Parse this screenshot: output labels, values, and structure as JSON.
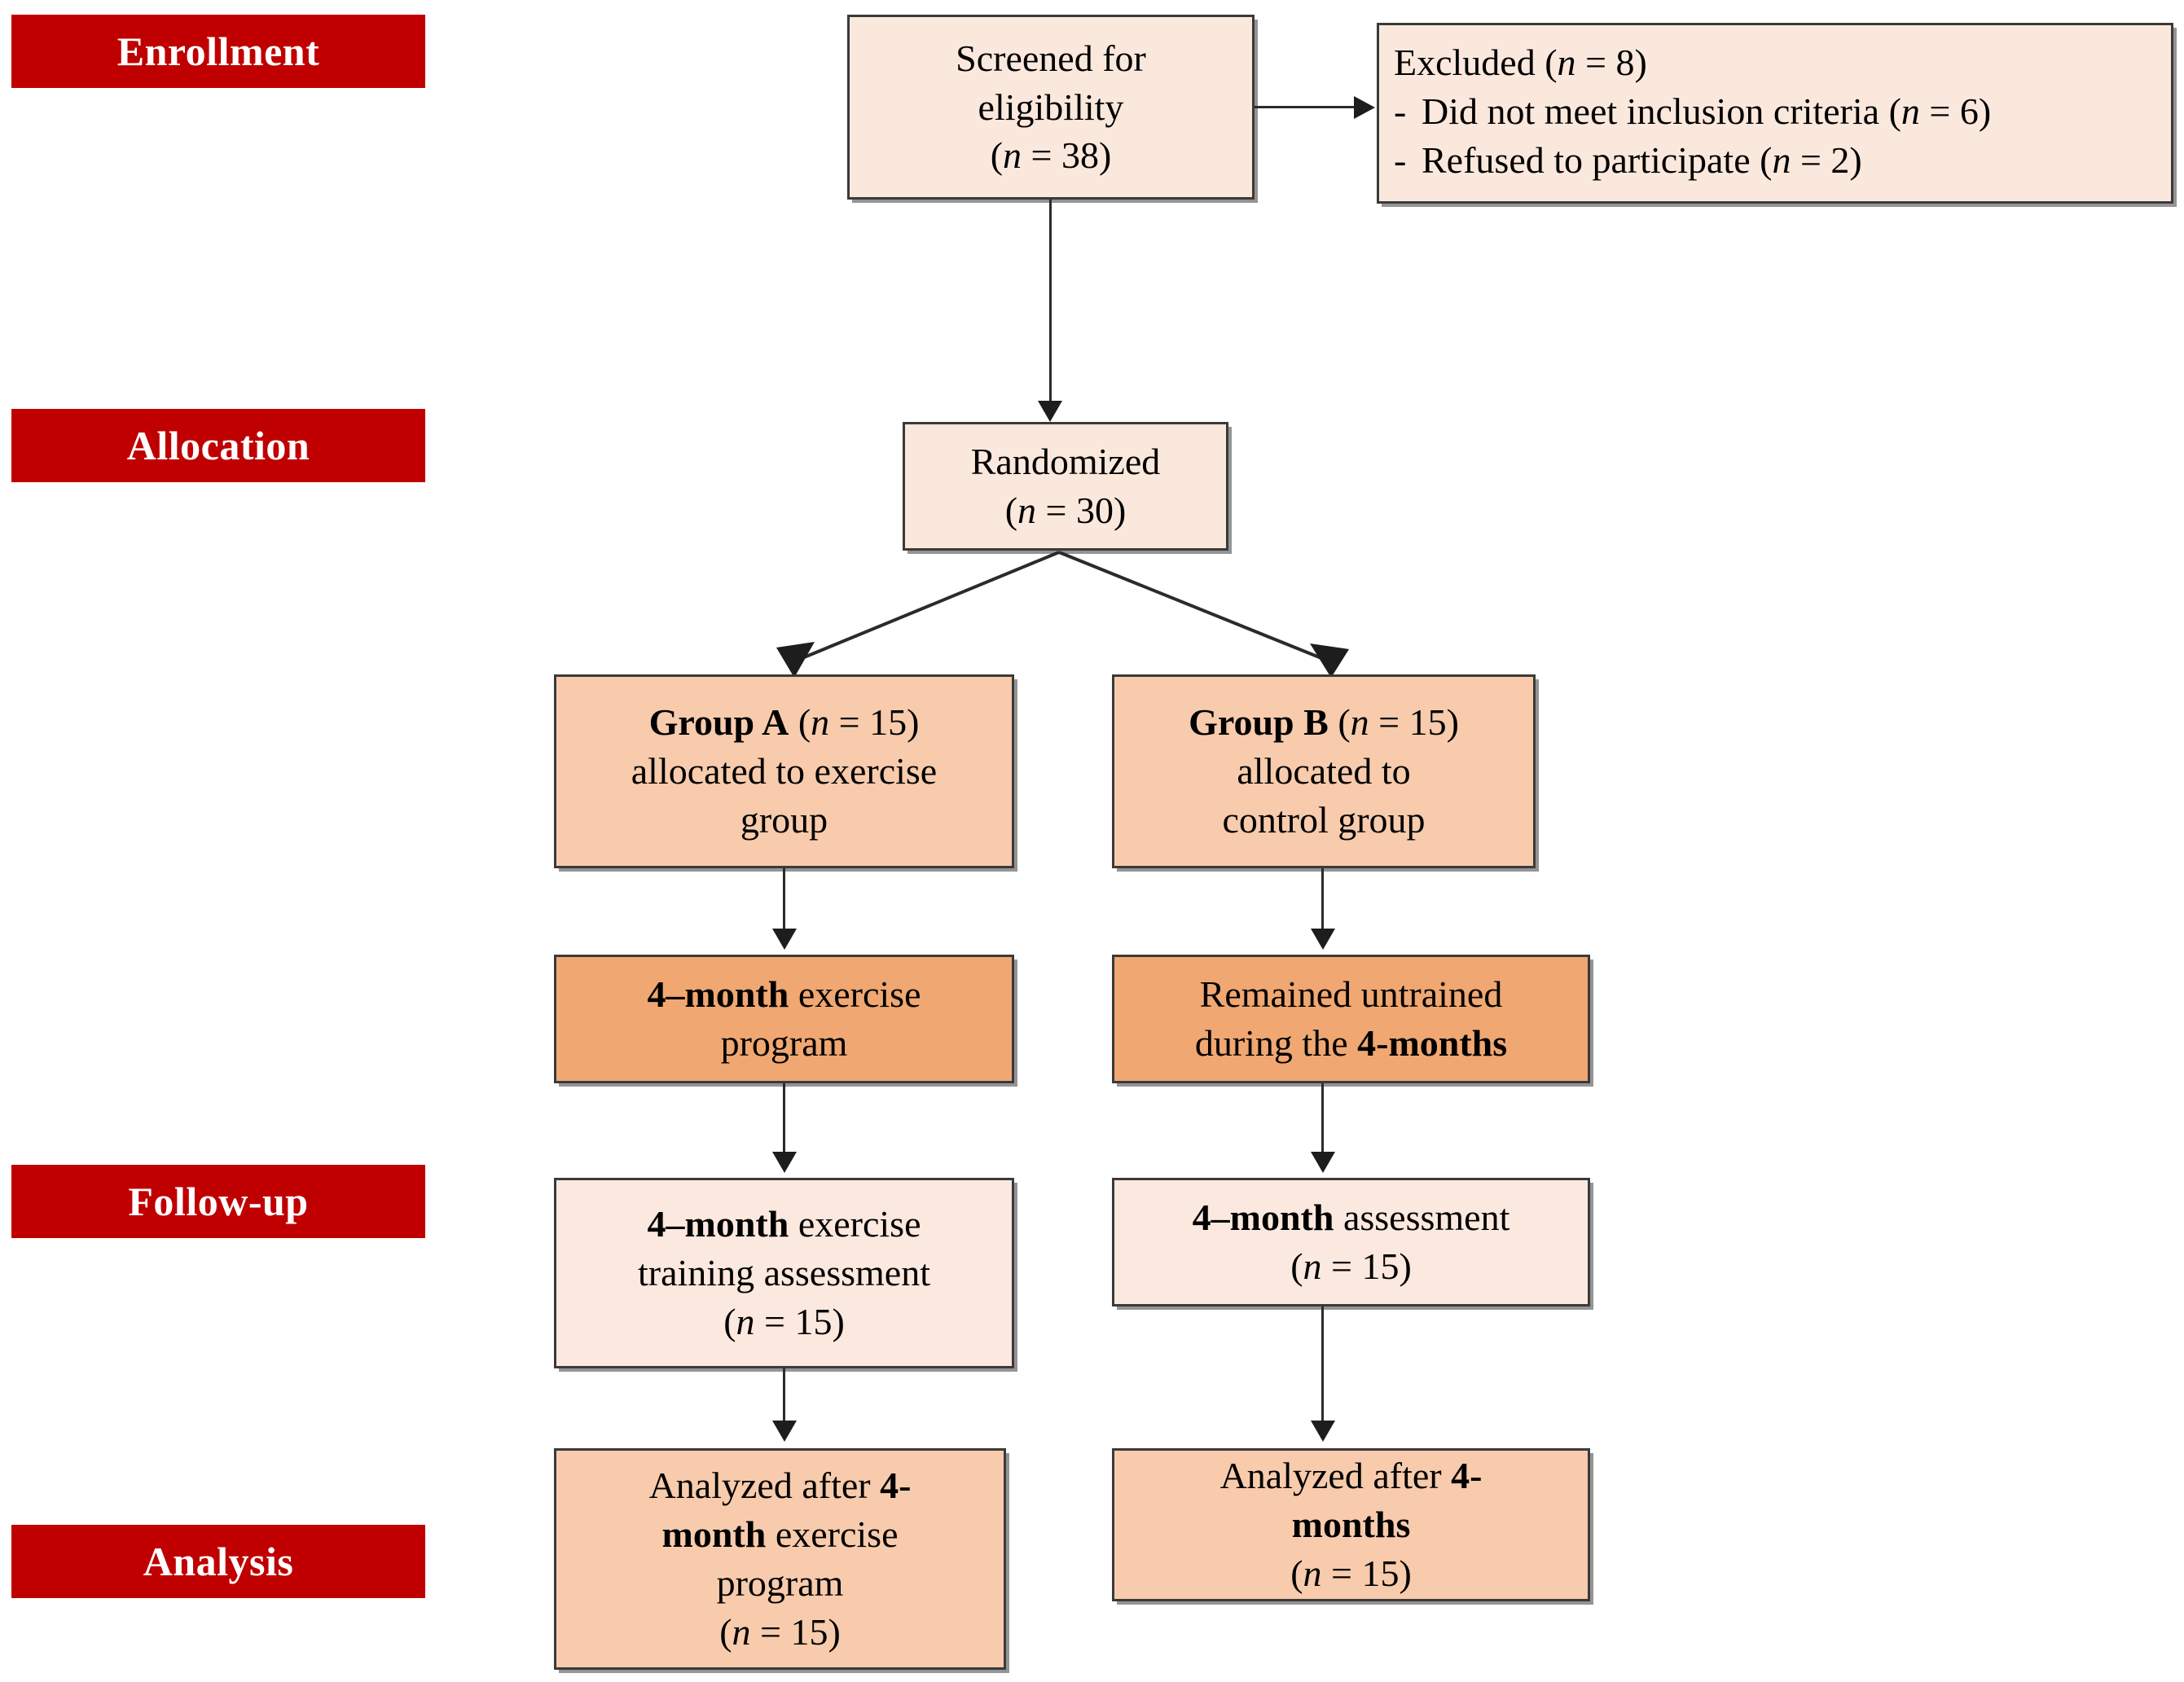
{
  "diagram": {
    "type": "consort-flow-diagram",
    "title": "CONSORT participant flow diagram",
    "accent_color": "#c00000",
    "label_text_color": "#ffffff",
    "box_border_color": "#3a3a3a",
    "fill_colors": {
      "light": "#fbe8dd",
      "mid": "#f7cbac",
      "dark": "#f0a771",
      "pale": "#fbe8de"
    }
  },
  "stages": [
    {
      "id": "enrollment",
      "label": "Enrollment"
    },
    {
      "id": "allocation",
      "label": "Allocation"
    },
    {
      "id": "followup",
      "label": "Follow-up"
    },
    {
      "id": "analysis",
      "label": "Analysis"
    }
  ],
  "boxes": {
    "screened": {
      "line1": "Screened for",
      "line2": "eligibility",
      "n_open": "(",
      "n_var": "n",
      "n_value": " = 38)"
    },
    "excluded": {
      "heading_text": "Excluded (",
      "heading_var": "n",
      "heading_value": " = 8)",
      "bullets": [
        {
          "dash": "-",
          "text": "Did not meet inclusion criteria (",
          "var": "n",
          "value": " = 6)"
        },
        {
          "dash": "-",
          "text": "Refused to participate (",
          "var": "n",
          "value": " = 2)"
        }
      ]
    },
    "randomized": {
      "line1": "Randomized",
      "n_open": "(",
      "n_var": "n",
      "n_value": " = 30)"
    },
    "group_a_alloc": {
      "group_label": "Group A",
      "n_open": " (",
      "n_var": "n",
      "n_value": " = 15)",
      "line2": "allocated to exercise",
      "line3": "group"
    },
    "group_b_alloc": {
      "group_label": "Group B",
      "n_open": " (",
      "n_var": "n",
      "n_value": " = 15)",
      "line2": "allocated to",
      "line3": "control group"
    },
    "group_a_intervention": {
      "bold_part": "4–month",
      "rest_part": " exercise",
      "line2": "program"
    },
    "group_b_intervention": {
      "line1": "Remained untrained",
      "line2_pre": "during the ",
      "line2_bold": "4-months"
    },
    "group_a_followup": {
      "bold_part": "4–month",
      "rest_part": " exercise",
      "line2": "training assessment",
      "n_open": "(",
      "n_var": "n",
      "n_value": " = 15)"
    },
    "group_b_followup": {
      "bold_part": "4–month",
      "rest_part": " assessment",
      "n_open": "(",
      "n_var": "n",
      "n_value": " = 15)"
    },
    "group_a_analysis": {
      "line1_pre": "Analyzed after ",
      "line1_bold": "4-",
      "line2_bold": "month",
      "line2_rest": " exercise",
      "line3": "program",
      "n_open": "(",
      "n_var": "n",
      "n_value": " = 15)"
    },
    "group_b_analysis": {
      "line1_pre": "Analyzed after ",
      "line1_bold": "4-",
      "line2_bold": "months",
      "n_open": "(",
      "n_var": "n",
      "n_value": " = 15)"
    }
  }
}
